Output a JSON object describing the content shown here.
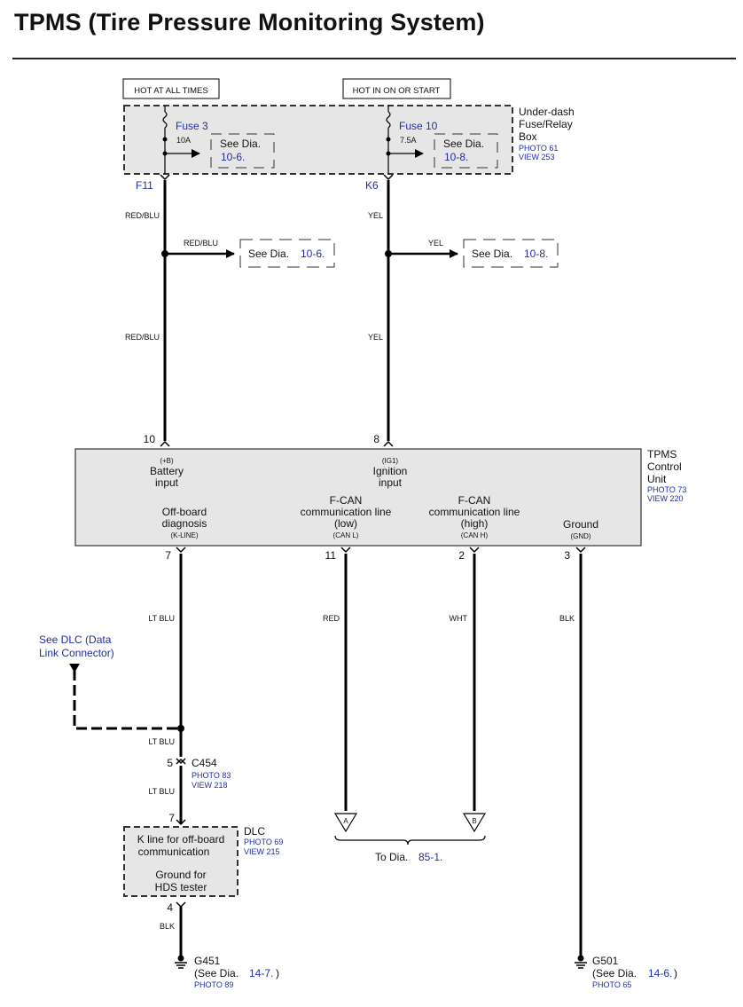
{
  "title": "TPMS (Tire Pressure Monitoring System)",
  "colors": {
    "link": "#1f2fa6",
    "box_fill": "#e6e6e6",
    "line": "#000000"
  },
  "power": {
    "hot_always": "HOT AT ALL TIMES",
    "hot_on_start": "HOT IN ON OR START"
  },
  "fuse_box": {
    "name_line1": "Under-dash",
    "name_line2": "Fuse/Relay",
    "name_line3": "Box",
    "photo": "PHOTO 61",
    "view": "VIEW 253",
    "fuse3": {
      "label": "Fuse 3",
      "amp": "10A",
      "see": "See Dia.",
      "ref": "10-6.",
      "terminal": "F11"
    },
    "fuse10": {
      "label": "Fuse 10",
      "amp": "7.5A",
      "see": "See Dia.",
      "ref": "10-8.",
      "terminal": "K6"
    }
  },
  "wires": {
    "red_blu": "RED/BLU",
    "yel": "YEL",
    "lt_blu": "LT BLU",
    "red": "RED",
    "wht": "WHT",
    "blk": "BLK"
  },
  "splices": {
    "left": {
      "see": "See Dia.",
      "ref": "10-6."
    },
    "right": {
      "see": "See Dia.",
      "ref": "10-8."
    }
  },
  "control_unit": {
    "name_line1": "TPMS",
    "name_line2": "Control",
    "name_line3": "Unit",
    "photo": "PHOTO 73",
    "view": "VIEW 220",
    "pin_top_left": "10",
    "pin_top_right": "8",
    "battery": {
      "code": "(+B)",
      "line1": "Battery",
      "line2": "input"
    },
    "ignition": {
      "code": "(IG1)",
      "line1": "Ignition",
      "line2": "input"
    },
    "offboard": {
      "line1": "Off-board",
      "line2": "diagnosis",
      "code": "(K-LINE)"
    },
    "fcan_low": {
      "line1": "F-CAN",
      "line2": "communication line",
      "line3": "(low)",
      "code": "(CAN L)"
    },
    "fcan_high": {
      "line1": "F-CAN",
      "line2": "communication line",
      "line3": "(high)",
      "code": "(CAN H)"
    },
    "ground": {
      "line1": "Ground",
      "code": "(GND)"
    },
    "pins_bottom": [
      "7",
      "11",
      "2",
      "3"
    ]
  },
  "dlc_ref": {
    "line1": "See DLC (Data",
    "line2": "Link Connector)"
  },
  "c454": {
    "pin": "5",
    "name": "C454",
    "photo": "PHOTO 83",
    "view": "VIEW 218"
  },
  "dlc": {
    "pin_top": "7",
    "pin_bottom": "4",
    "name": "DLC",
    "photo": "PHOTO 69",
    "view": "VIEW 215",
    "line1": "K line for off-board",
    "line2": "communication",
    "line3": "Ground for",
    "line4": "HDS tester"
  },
  "connectors": {
    "a": "A",
    "b": "B",
    "to": "To Dia.",
    "ref": "85-1."
  },
  "grounds": {
    "g451": {
      "name": "G451",
      "see": "(See Dia.",
      "ref": "14-7.",
      "close": ")",
      "photo": "PHOTO 89"
    },
    "g501": {
      "name": "G501",
      "see": "(See Dia.",
      "ref": "14-6.",
      "close": ")",
      "photo": "PHOTO 65"
    }
  }
}
